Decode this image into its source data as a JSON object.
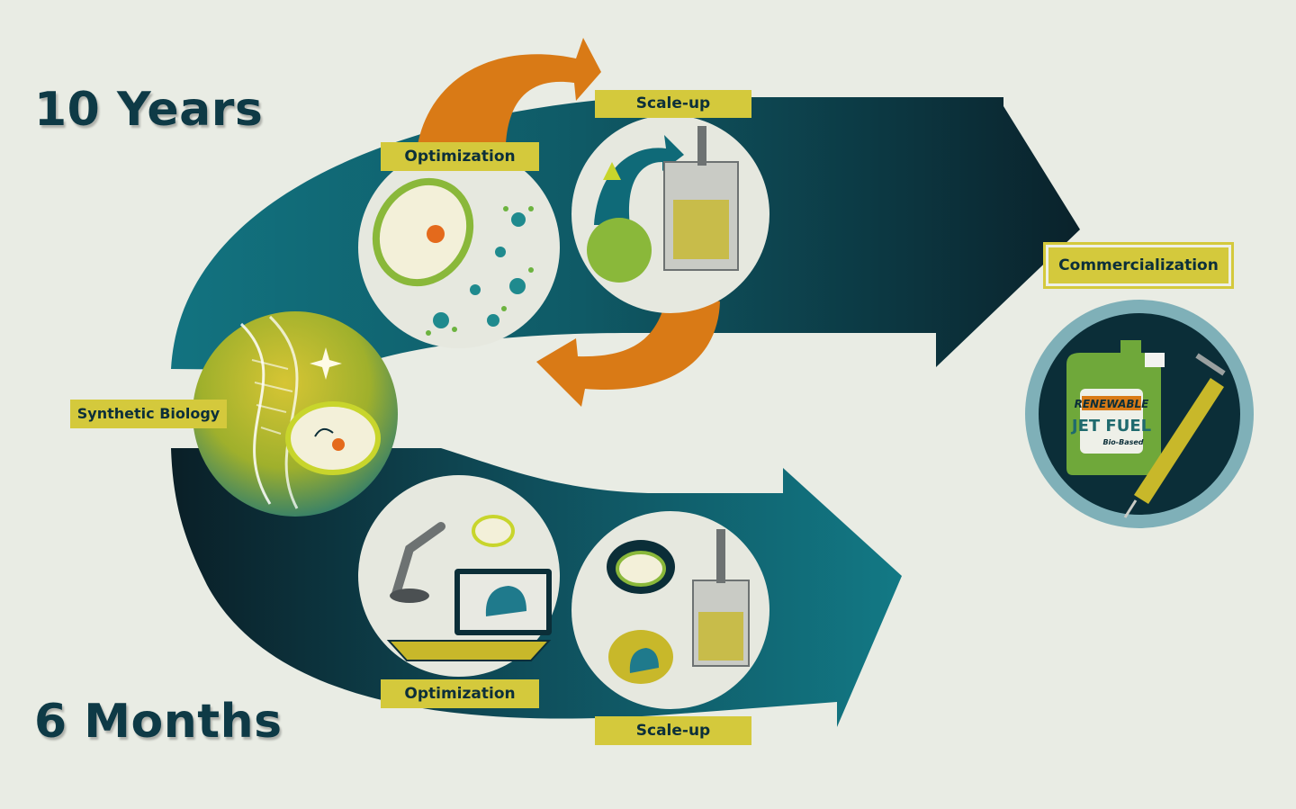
{
  "timelines": {
    "traditional": {
      "title": "10 Years"
    },
    "accelerated": {
      "title": "6 Months"
    }
  },
  "stages": {
    "synthetic_biology": "Synthetic Biology",
    "optimization_top": "Optimization",
    "scaleup_top": "Scale-up",
    "optimization_bottom": "Optimization",
    "scaleup_bottom": "Scale-up",
    "commercialization": "Commercialization"
  },
  "product": {
    "line1": "RENEWABLE",
    "line2": "JET FUEL",
    "line3": "Bio-Based"
  },
  "colors": {
    "background": "#e9ece4",
    "teal": "#0f6a78",
    "dark_teal": "#0b2e38",
    "orange": "#d97a16",
    "label_yellow": "#d4c93c",
    "cell_green": "#8ab83a",
    "product_green": "#6fa83a"
  }
}
